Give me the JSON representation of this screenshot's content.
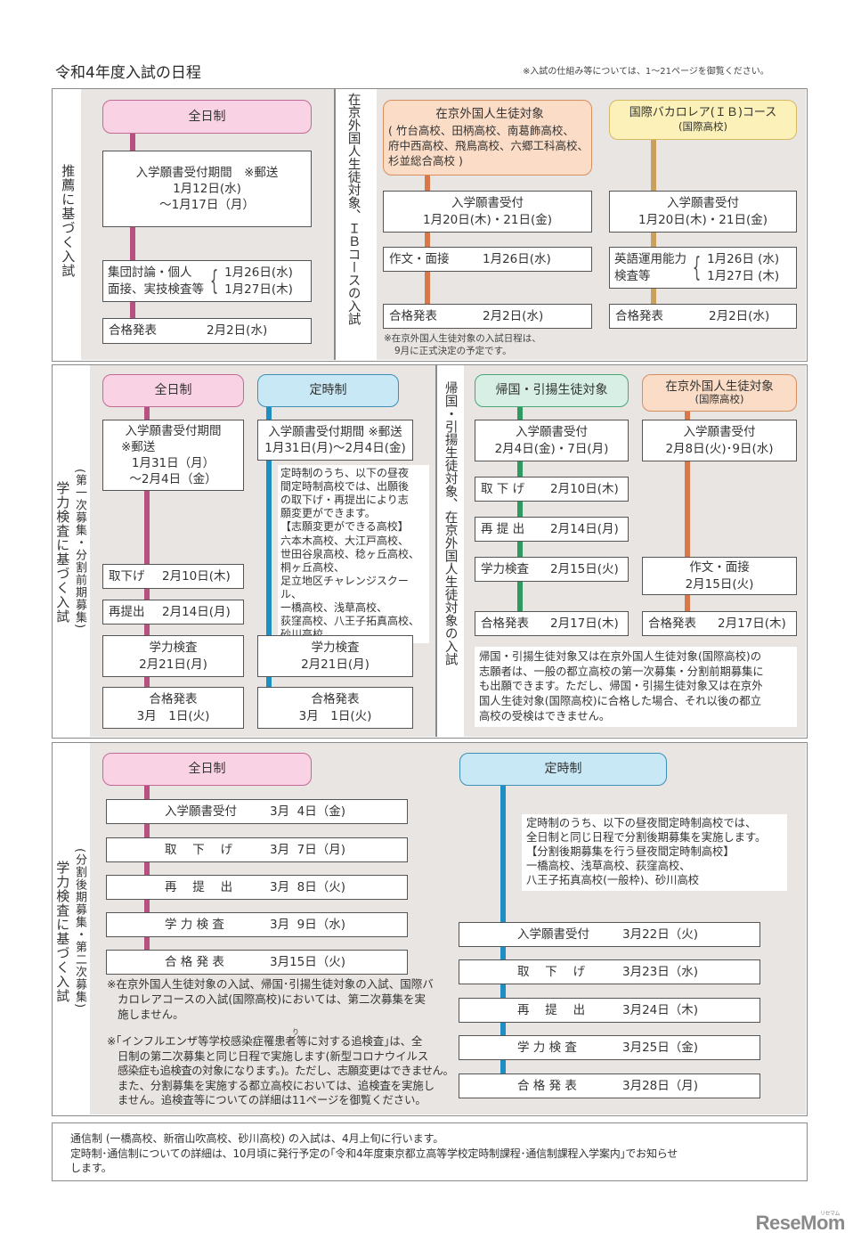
{
  "page": {
    "title": "令和4年度入試の日程",
    "note": "※入試の仕組み等については、1～21ページを御覧ください。"
  },
  "recommendation": {
    "label": "推薦に基づく入試",
    "fulltime": {
      "header": "全日制",
      "steps": [
        {
          "label": "入学願書受付期間　※郵送",
          "line2": "1月12日(水)",
          "line3": "～1月17日（月）"
        },
        {
          "label1": "集団討論・個人",
          "label2": "面接、実技検査等",
          "date1": "1月26日(水)",
          "date2": "1月27日(木)"
        },
        {
          "label": "合格発表",
          "date": "2月2日(水)"
        }
      ]
    }
  },
  "foreign_ib": {
    "label": "在京外国人生徒対象、ＩＢコースの入試",
    "foreign": {
      "header": "在京外国人生徒対象",
      "schools": [
        "( 竹台高校、田柄高校、南葛飾高校、",
        "府中西高校、飛鳥高校、六郷工科高校、",
        "杉並総合高校 )"
      ],
      "steps": [
        {
          "label": "入学願書受付",
          "date": "1月20日(木)・21日(金)"
        },
        {
          "label": "作文・面接",
          "date": "1月26日(水)"
        },
        {
          "label": "合格発表",
          "date": "2月2日(水)"
        }
      ],
      "note1": "※在京外国人生徒対象の入試日程は、",
      "note2": "9月に正式決定の予定です。"
    },
    "ib": {
      "header": "国際バカロレア(ＩＢ)コース",
      "subheader": "(国際高校)",
      "steps": [
        {
          "label": "入学願書受付",
          "date": "1月20日(木)・21日(金)"
        },
        {
          "label1": "英語運用能力",
          "label2": "検査等",
          "date1": "1月26日 (水)",
          "date2": "1月27日 (木)"
        },
        {
          "label": "合格発表",
          "date": "2月2日(水)"
        }
      ]
    }
  },
  "first_round": {
    "label": "学力検査に基づく入試",
    "sublabel": "(第一次募集・分割前期募集)",
    "fulltime": {
      "header": "全日制",
      "steps": [
        {
          "line1": "入学願書受付期間",
          "line2": "※郵送",
          "line3": "1月31日（月）",
          "line4": "～2月4日（金）"
        },
        {
          "label": "取下げ",
          "date": "2月10日(木)"
        },
        {
          "label": "再提出",
          "date": "2月14日(月)"
        },
        {
          "label": "学力検査",
          "date": "2月21日(月)"
        },
        {
          "label": "合格発表",
          "date": "3月　1日(火)"
        }
      ]
    },
    "parttime": {
      "header": "定時制",
      "steps": [
        {
          "line1": "入学願書受付期間 ※郵送",
          "line2": "1月31日(月)～2月4日(金)"
        },
        {
          "label": "学力検査",
          "date": "2月21日(月)"
        },
        {
          "label": "合格発表",
          "date": "3月　1日(火)"
        }
      ],
      "note": [
        "定時制のうち、以下の昼夜",
        "間定時制高校では、出願後",
        "の取下げ・再提出により志",
        "願変更ができます。",
        "【志願変更ができる高校】",
        "六本木高校、大江戸高校、",
        "世田谷泉高校、稔ヶ丘高校、",
        "桐ヶ丘高校、",
        "足立地区チャレンジスクール、",
        "一橋高校、浅草高校、",
        "荻窪高校、八王子拓真高校、",
        "砂川高校"
      ]
    }
  },
  "returnee": {
    "label": "帰国・引揚生徒対象、在京外国人生徒対象の入試",
    "returnee": {
      "header": "帰国・引揚生徒対象",
      "steps": [
        {
          "label": "入学願書受付",
          "date": "2月4日(金)・7日(月)"
        },
        {
          "label": "取 下 げ",
          "date": "2月10日(木)"
        },
        {
          "label": "再 提 出",
          "date": "2月14日(月)"
        },
        {
          "label": "学力検査",
          "date": "2月15日(火)"
        },
        {
          "label": "合格発表",
          "date": "2月17日(木)"
        }
      ]
    },
    "foreign": {
      "header": "在京外国人生徒対象",
      "subheader": "(国際高校)",
      "steps": [
        {
          "label": "入学願書受付",
          "date": "2月8日(火)･9日(水)"
        },
        {
          "label": "作文・面接",
          "date": "2月15日(火)"
        },
        {
          "label": "合格発表",
          "date": "2月17日(木)"
        }
      ]
    },
    "note": [
      "帰国・引揚生徒対象又は在京外国人生徒対象(国際高校)の",
      "志願者は、一般の都立高校の第一次募集・分割前期募集に",
      "も出願できます。ただし、帰国・引揚生徒対象又は在京外",
      "国人生徒対象(国際高校)に合格した場合、それ以後の都立",
      "高校の受検はできません。"
    ]
  },
  "second_round": {
    "label": "学力検査に基づく入試",
    "sublabel": "(分割後期募集・第二次募集)",
    "fulltime": {
      "header": "全日制",
      "steps": [
        {
          "label": "入学願書受付",
          "date": "3月  4日（金)"
        },
        {
          "label": "取　 下　 げ",
          "date": "3月  7日（月)"
        },
        {
          "label": "再　 提　 出",
          "date": "3月  8日（火)"
        },
        {
          "label": "学 力 検 査",
          "date": "3月  9日（水)"
        },
        {
          "label": "合 格 発 表",
          "date": "3月15日（火)"
        }
      ]
    },
    "parttime": {
      "header": "定時制",
      "note": [
        "定時制のうち、以下の昼夜間定時制高校では、",
        "全日制と同じ日程で分割後期募集を実施します。",
        "【分割後期募集を行う昼夜間定時制高校】",
        "一橋高校、浅草高校、荻窪高校、",
        "八王子拓真高校(一般枠)、砂川高校"
      ],
      "steps": [
        {
          "label": "入学願書受付",
          "date": "3月22日（火)"
        },
        {
          "label": "取　 下　 げ",
          "date": "3月23日（水)"
        },
        {
          "label": "再　 提　 出",
          "date": "3月24日（木)"
        },
        {
          "label": "学 力 検 査",
          "date": "3月25日（金)"
        },
        {
          "label": "合 格 発 表",
          "date": "3月28日（月)"
        }
      ]
    },
    "footnote1": [
      "※在京外国人生徒対象の入試、帰国･引揚生徒対象の入試、国際バ",
      "カロレアコースの入試(国際高校)においては、第二次募集を実",
      "施しません。"
    ],
    "footnote2": [
      "※｢インフルエンザ等学校感染症罹患者等に対する追検査｣は、全",
      "日制の第二次募集と同じ日程で実施します(新型コロナウイルス",
      "感染症も追検査の対象になります。)。ただし、志願変更はできません。",
      "また、分割募集を実施する都立高校においては、追検査を実施し",
      "ません。追検査等についての詳細は11ページを御覧ください。"
    ],
    "ruby": "り"
  },
  "footer": {
    "lines": [
      "通信制 (一橋高校、新宿山吹高校、砂川高校) の入試は、4月上旬に行います。",
      "定時制･通信制についての詳細は、10月頃に発行予定の｢令和4年度東京都立高等学校定時制課程･通信制課程入学案内｣でお知らせ",
      "します。"
    ]
  },
  "watermark": {
    "text": "ReseMom",
    "ruby": "リセマム"
  },
  "colors": {
    "fulltime_pink": "#f9d3e3",
    "parttime_blue": "#c8e8f6",
    "foreign_orange": "#fbdcc6",
    "ib_yellow": "#fcf1b8",
    "returnee_green": "#d7efe4",
    "panel_gray": "#e8e5e2"
  }
}
